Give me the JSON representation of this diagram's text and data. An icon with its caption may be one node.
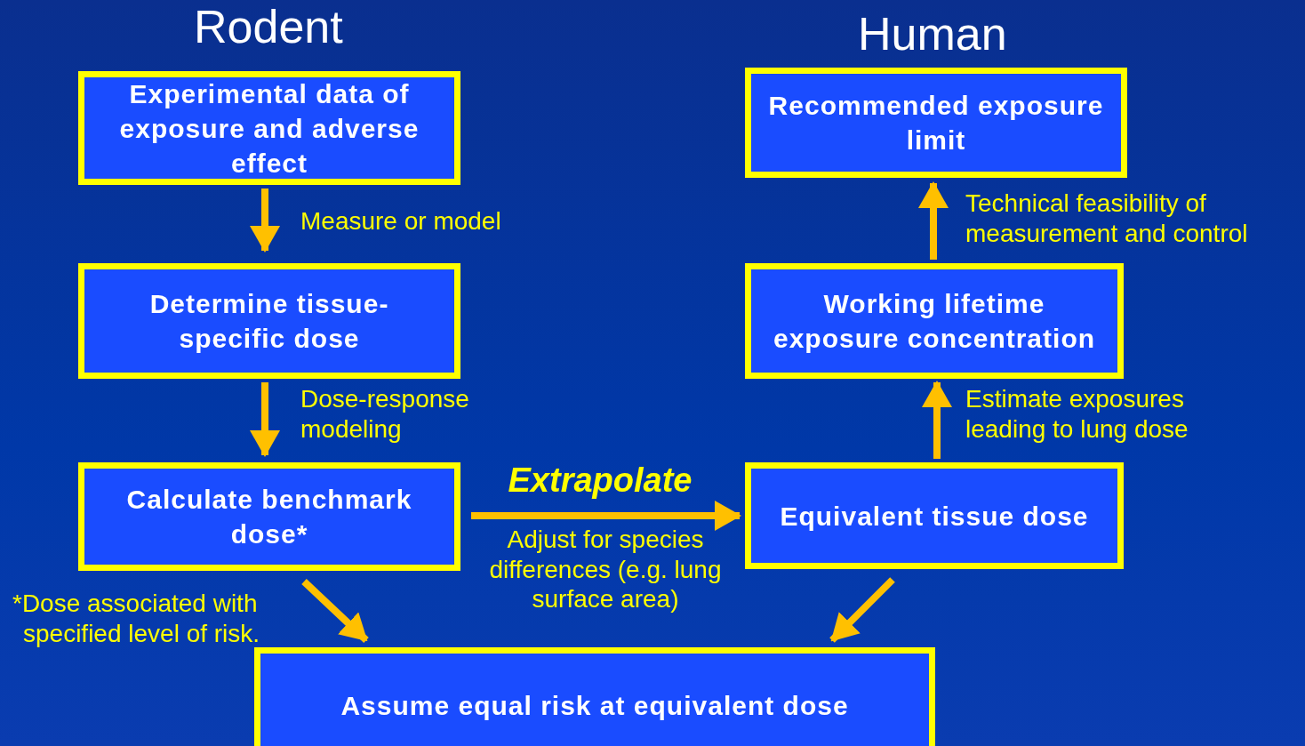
{
  "diagram": {
    "nodes": [
      {
        "text": [
          "Experimental data of exposure and adverse effect"
        ]
      },
      {
        "text": [
          "Determine tissue-specific dose"
        ]
      },
      {
        "text": [
          "Calculate benchmark dose*"
        ]
      },
      {
        "text": [
          "Assume equal risk at equivalent dose"
        ]
      },
      {
        "text": [
          "Equivalent tissue dose"
        ]
      },
      {
        "text": [
          "Working lifetime exposure concentration"
        ]
      },
      {
        "text": [
          "Recommended exposure limit"
        ]
      }
    ],
    "edges": [
      {
        "from": 0,
        "to": 1,
        "arrow": "to",
        "label": "Measure or model"
      },
      {
        "from": 1,
        "to": 2,
        "arrow": "to",
        "label": "Dose-response modeling"
      },
      {
        "from": 2,
        "to": 4,
        "arrow": "to",
        "label": "Extrapolate"
      },
      {
        "from": 2,
        "to": 3,
        "arrow": "to"
      },
      {
        "from": 4,
        "to": 3,
        "arrow": "to"
      },
      {
        "from": 4,
        "to": 5,
        "arrow": "to",
        "label": "Estimate exposures leading to lung dose"
      },
      {
        "from": 5,
        "to": 6,
        "arrow": "to",
        "label": "Technical feasibility of measurement and control"
      }
    ],
    "labels": [
      "Rodent",
      "Human",
      "Adjust for species differences (e.g. lung surface area)",
      "*Dose associated with specified level of risk."
    ]
  }
}
